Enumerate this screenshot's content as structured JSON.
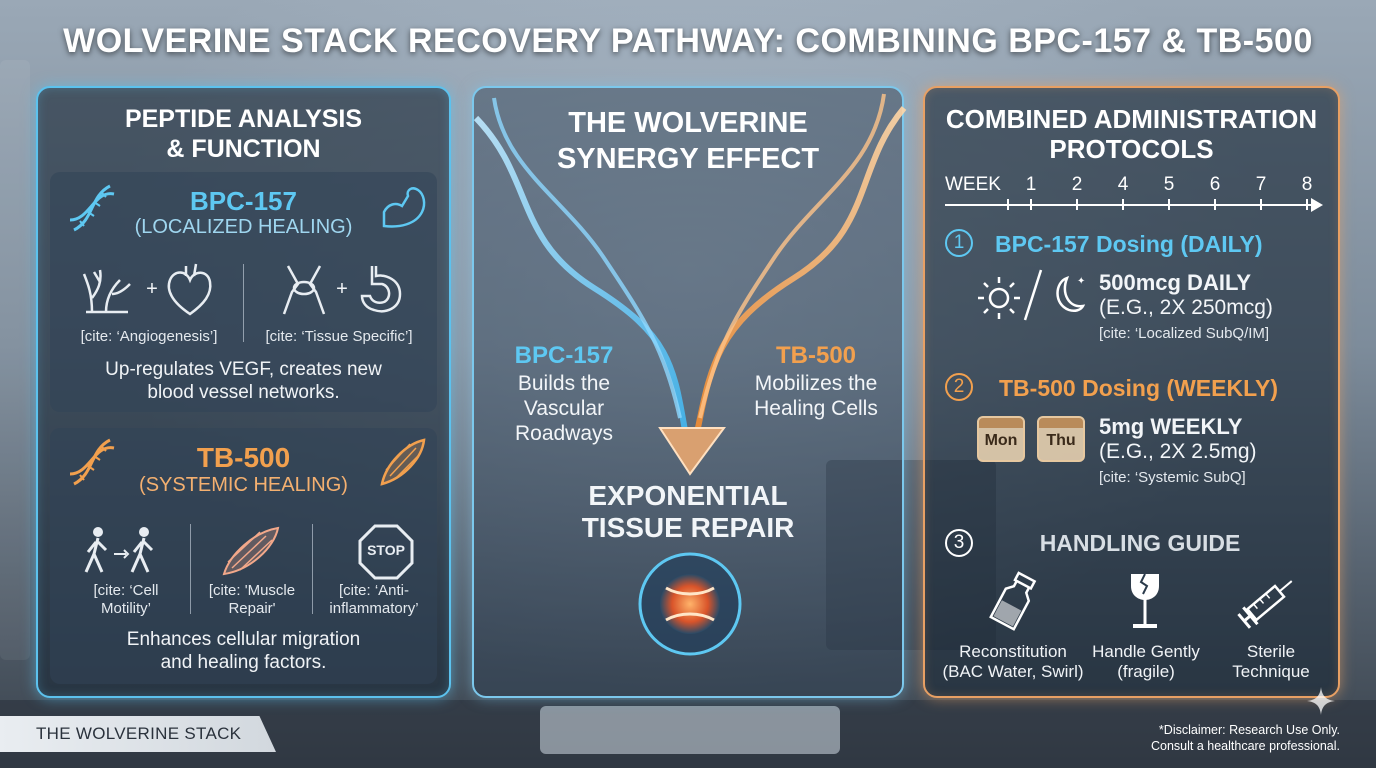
{
  "title": "WOLVERINE STACK RECOVERY PATHWAY: COMBINING BPC-157 & TB-500",
  "left_panel": {
    "title_line1": "PEPTIDE ANALYSIS",
    "title_line2": "& FUNCTION",
    "bpc": {
      "name": "BPC-157",
      "type": "(LOCALIZED HEALING)",
      "cite1": "[cite: ‘Angiogenesis’]",
      "cite2": "[cite: ‘Tissue Specific’]",
      "desc_line1": "Up-regulates VEGF, creates new",
      "desc_line2": "blood vessel networks."
    },
    "tb": {
      "name": "TB-500",
      "type": "(SYSTEMIC HEALING)",
      "cite1_line1": "[cite: ‘Cell",
      "cite1_line2": "Motility’",
      "cite2_line1": "[cite: 'Muscle",
      "cite2_line2": "Repair'",
      "cite3_line1": "[cite: ‘Anti-",
      "cite3_line2": "inflammatory’",
      "stop_label": "STOP",
      "desc_line1": "Enhances cellular migration",
      "desc_line2": "and healing factors."
    }
  },
  "mid_panel": {
    "title_line1": "THE WOLVERINE",
    "title_line2": "SYNERGY EFFECT",
    "bpc_name": "BPC-157",
    "bpc_line1": "Builds the",
    "bpc_line2": "Vascular",
    "bpc_line3": "Roadways",
    "tb_name": "TB-500",
    "tb_line1": "Mobilizes the",
    "tb_line2": "Healing Cells",
    "result_line1": "EXPONENTIAL",
    "result_line2": "TISSUE REPAIR"
  },
  "right_panel": {
    "title_line1": "COMBINED ADMINISTRATION",
    "title_line2": "PROTOCOLS",
    "timeline_label": "WEEK",
    "weeks": [
      "1",
      "2",
      "4",
      "5",
      "6",
      "7",
      "8"
    ],
    "bpc": {
      "num": "1",
      "heading": "BPC-157 Dosing (DAILY)",
      "dose": "500mcg DAILY",
      "split": "(E.G., 2X 250mcg)",
      "cite": "[cite: ‘Localized SubQ/IM]"
    },
    "tb": {
      "num": "2",
      "heading": "TB-500 Dosing (WEEKLY)",
      "day1": "Mon",
      "day2": "Thu",
      "dose": "5mg WEEKLY",
      "split": "(E.G., 2X 2.5mg)",
      "cite": "[cite: ‘Systemic SubQ]"
    },
    "handling": {
      "num": "3",
      "heading": "HANDLING GUIDE",
      "item1_line1": "Reconstitution",
      "item1_line2": "(BAC Water, Swirl)",
      "item2_line1": "Handle Gently",
      "item2_line2": "(fragile)",
      "item3_line1": "Sterile",
      "item3_line2": "Technique"
    }
  },
  "footer": {
    "badge": "THE WOLVERINE STACK",
    "disclaimer_line1": "*Disclaimer: Research Use Only.",
    "disclaimer_line2": "Consult a healthcare professional."
  },
  "colors": {
    "bpc_blue": "#5ec8f2",
    "tb_orange": "#f2a04e"
  }
}
